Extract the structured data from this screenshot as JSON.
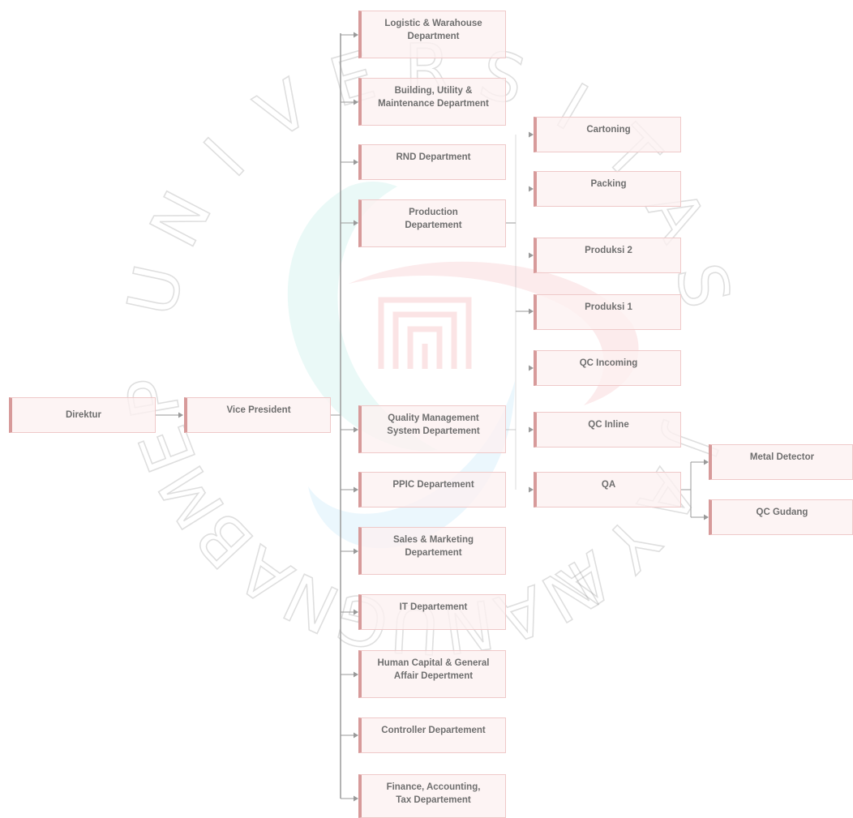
{
  "watermark": {
    "letters_upper": [
      "U",
      "N",
      "I",
      "V",
      "E",
      "R",
      "S",
      "I",
      "T",
      "A",
      "S"
    ],
    "letters_lower": [
      "P",
      "E",
      "M",
      "B",
      "A",
      "N",
      "G",
      "U",
      "N",
      "A",
      "N"
    ],
    "letter_extra": [
      "J",
      "A",
      "Y",
      "A"
    ],
    "colors": {
      "teal": "#59d3c3",
      "red": "#e9646a",
      "blue": "#6fc6ee"
    }
  },
  "org": {
    "direktur": "Direktur",
    "vice_president": "Vice President",
    "departments": [
      "Logistic & Warahouse\nDepartment",
      "Building, Utility &\nMaintenance Department",
      "RND Department",
      "Production\nDepartement",
      "Quality Management\nSystem Departement",
      "PPIC Departement",
      "Sales & Marketing\nDepartement",
      "IT Departement",
      "Human Capital & General\nAffair Depertment",
      "Controller Departement",
      "Finance, Accounting,\nTax Departement"
    ],
    "production_units": [
      "Cartoning",
      "Packing",
      "Produksi 2",
      "Produksi 1"
    ],
    "quality_units": [
      "QC Incoming",
      "QC Inline",
      "QA"
    ],
    "qa_units": [
      "Metal Detector",
      "QC Gudang"
    ]
  },
  "colors": {
    "node_fill": "#fdf1f1",
    "node_border": "#efc9c9",
    "node_accent": "#d79a9a",
    "text": "#6f6f6f",
    "connector": "#9a9a9a"
  }
}
